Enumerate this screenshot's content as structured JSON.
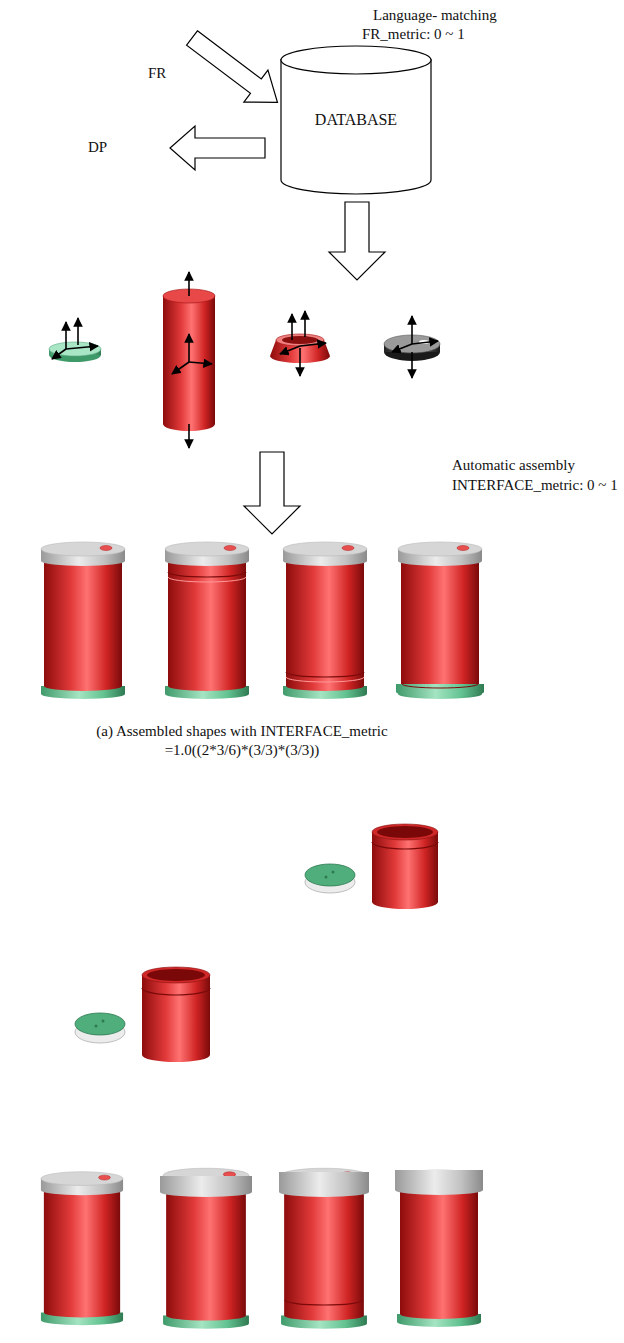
{
  "diagram": {
    "caption": "(a) Assembled shapes with INTERFACE_metric =1.0((2*3/6)*(3/3)*(3/3))",
    "nodes": [
      {
        "text": [
          "DATABASE"
        ]
      }
    ],
    "labels": [
      "Language- matching",
      "FR_metric: 0 ~ 1",
      "FR",
      "DP",
      "Automatic assembly",
      "INTERFACE_metric: 0 ~ 1"
    ]
  }
}
